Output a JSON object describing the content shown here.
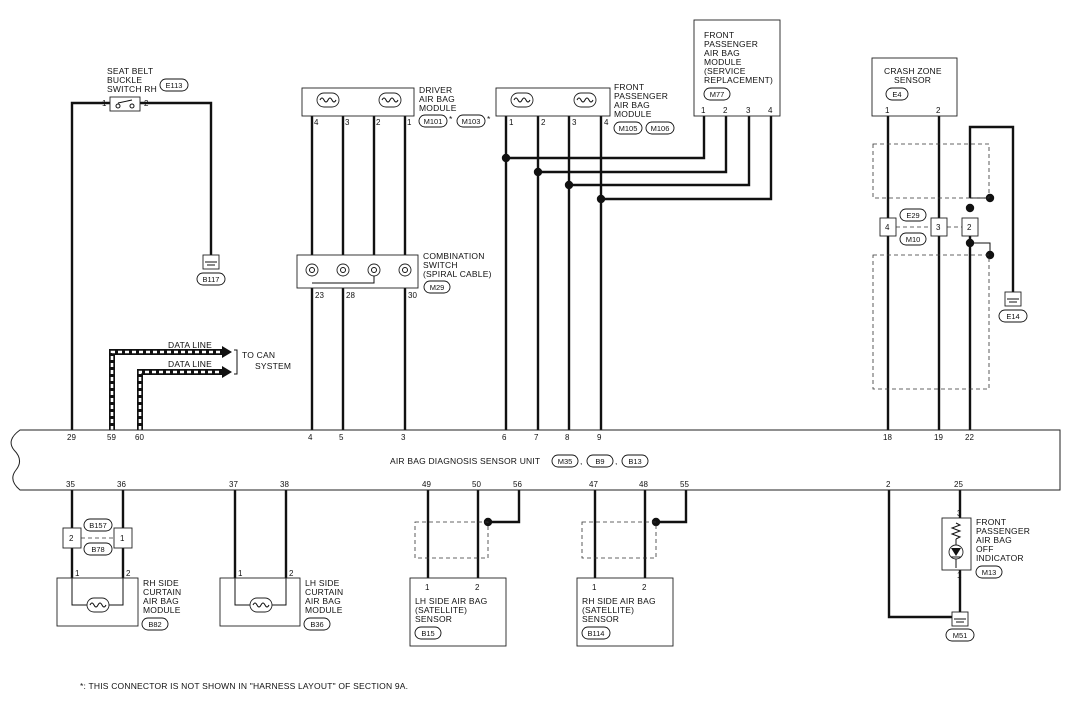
{
  "seat_belt": {
    "label": [
      "SEAT BELT",
      "BUCKLE",
      "SWITCH RH"
    ],
    "connector": "E113",
    "pins": [
      "1",
      "2"
    ],
    "ground": "B117"
  },
  "driver_module": {
    "label": [
      "DRIVER",
      "AIR BAG",
      "MODULE"
    ],
    "connectors": [
      "M101",
      "M103"
    ],
    "star": "*",
    "pins": [
      "4",
      "3",
      "2",
      "1"
    ]
  },
  "passenger_module": {
    "label": [
      "FRONT",
      "PASSENGER",
      "AIR BAG",
      "MODULE"
    ],
    "connectors": [
      "M105",
      "M106"
    ],
    "pins": [
      "1",
      "2",
      "3",
      "4"
    ]
  },
  "service_module": {
    "label": [
      "FRONT",
      "PASSENGER",
      "AIR BAG",
      "MODULE",
      "(SERVICE",
      "REPLACEMENT)"
    ],
    "connector": "M77",
    "pins": [
      "1",
      "2",
      "3",
      "4"
    ]
  },
  "crash_zone": {
    "label": [
      "CRASH ZONE",
      "SENSOR"
    ],
    "connector": "E4",
    "pins": [
      "1",
      "2"
    ]
  },
  "joint": {
    "pins": [
      "4",
      "3",
      "2"
    ],
    "connectors": [
      "E29",
      "M10"
    ],
    "ground": "E14"
  },
  "combination_switch": {
    "label": [
      "COMBINATION",
      "SWITCH",
      "(SPIRAL CABLE)"
    ],
    "connector": "M29",
    "pins": [
      "23",
      "28",
      "30"
    ]
  },
  "data_line": {
    "labels": [
      "DATA LINE",
      "DATA LINE"
    ],
    "target": [
      "TO CAN",
      "SYSTEM"
    ]
  },
  "unit": {
    "label": "AIR BAG DIAGNOSIS SENSOR UNIT",
    "connectors": [
      "M35",
      "B9",
      "B13"
    ],
    "top_pins": [
      "29",
      "59",
      "60",
      "4",
      "5",
      "3",
      "6",
      "7",
      "8",
      "9",
      "18",
      "19",
      "22"
    ],
    "bottom_pins": [
      "35",
      "36",
      "37",
      "38",
      "49",
      "50",
      "56",
      "47",
      "48",
      "55",
      "2",
      "25"
    ]
  },
  "rh_curtain": {
    "label": [
      "RH SIDE",
      "CURTAIN",
      "AIR BAG",
      "MODULE"
    ],
    "connector": "B82",
    "pins": [
      "1",
      "2"
    ],
    "joint_pins": [
      "2",
      "1"
    ],
    "joint_connectors": [
      "B157",
      "B78"
    ]
  },
  "lh_curtain": {
    "label": [
      "LH SIDE",
      "CURTAIN",
      "AIR BAG",
      "MODULE"
    ],
    "connector": "B36",
    "pins": [
      "1",
      "2"
    ]
  },
  "lh_satellite": {
    "label": [
      "LH SIDE AIR BAG",
      "(SATELLITE)",
      "SENSOR"
    ],
    "connector": "B15",
    "pins": [
      "1",
      "2"
    ]
  },
  "rh_satellite": {
    "label": [
      "RH SIDE AIR BAG",
      "(SATELLITE)",
      "SENSOR"
    ],
    "connector": "B114",
    "pins": [
      "1",
      "2"
    ]
  },
  "indicator": {
    "label": [
      "FRONT",
      "PASSENGER",
      "AIR BAG",
      "OFF",
      "INDICATOR"
    ],
    "connector": "M13",
    "pins": [
      "3",
      "1"
    ],
    "ground": "M51"
  },
  "footnote": "*: THIS CONNECTOR IS NOT SHOWN IN \"HARNESS LAYOUT\" OF SECTION 9A."
}
